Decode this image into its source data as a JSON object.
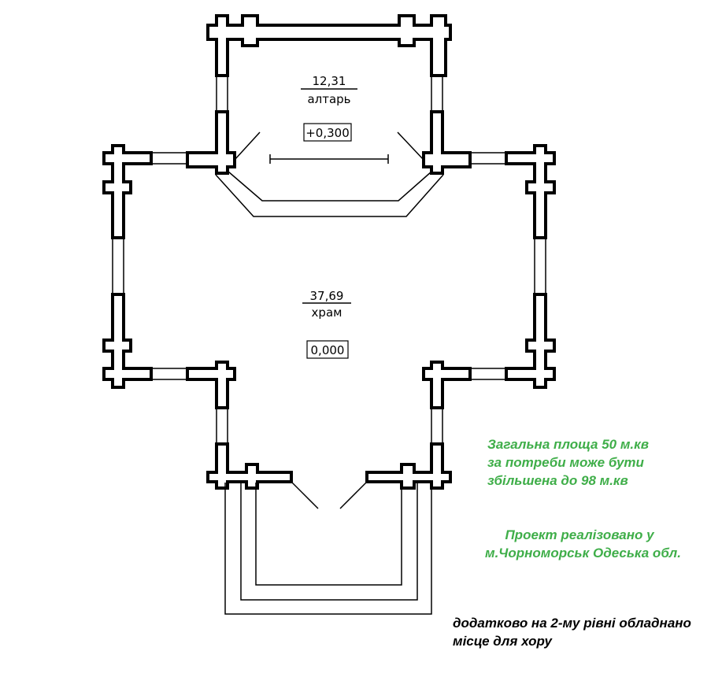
{
  "rooms": {
    "altar": {
      "area": "12,31",
      "name": "алтарь",
      "level": "+0,300"
    },
    "temple": {
      "area": "37,69",
      "name": "храм",
      "level": "0,000"
    }
  },
  "notes": {
    "area_line1": "Загальна площа 50 м.кв",
    "area_line2": "за потреби може бути",
    "area_line3": "збільшена до 98 м.кв",
    "project_line1": "Проект реалізовано у",
    "project_line2": "м.Чорноморськ  Одеська обл.",
    "choir_line1": "додатково  на  2-му  рівні обладнано",
    "choir_line2": "місце для хору"
  },
  "colors": {
    "note_green": "#3fae49",
    "lines": "#000000"
  }
}
